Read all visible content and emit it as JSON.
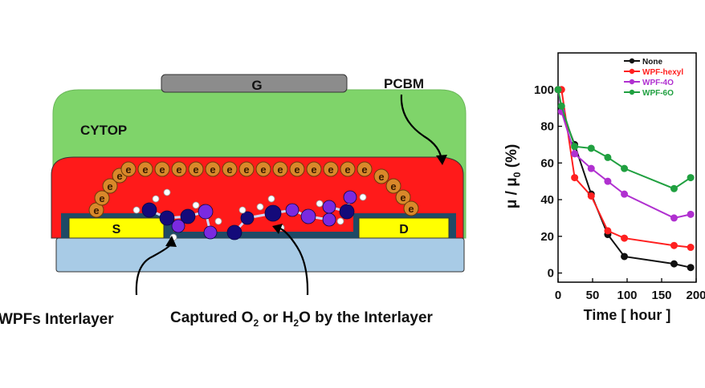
{
  "device": {
    "gate": "G",
    "cytop": "CYTOP",
    "pcbm": "PCBM",
    "source": "S",
    "drain": "D",
    "electron": "e",
    "interlayer_label": "WPFs Interlayer",
    "captured_label": {
      "prefix": "Captured O",
      "sub1": "2",
      "middle": " or H",
      "sub2": "2",
      "suffix": "O by the Interlayer"
    },
    "colors": {
      "gate": "#8c8c8c",
      "cytop": "#7fd46a",
      "pcbm": "#ff1a1a",
      "electrode": "#ffff00",
      "interlayer": "#1f4a66",
      "substrate": "#a8cbe6",
      "electron": "#d9882a",
      "atom_dark": "#140a7a",
      "atom_purple": "#7a2ae0",
      "atom_white": "#ffffff"
    }
  },
  "chart_data": {
    "type": "line",
    "ylabel": {
      "mu": "μ",
      "sep": " / ",
      "mu0": "μ",
      "sub": "0",
      "unit": " (%)"
    },
    "xlabel": "Time [ hour ]",
    "xlim": [
      0,
      200
    ],
    "ylim": [
      -5,
      120
    ],
    "xticks": [
      0,
      50,
      100,
      150,
      200
    ],
    "yticks": [
      0,
      20,
      40,
      60,
      80,
      100
    ],
    "legend_position": "top-right",
    "series": [
      {
        "name": "None",
        "color": "#111111",
        "x": [
          0,
          5,
          24,
          48,
          72,
          96,
          168,
          192
        ],
        "y": [
          100,
          89,
          70,
          43,
          21,
          9,
          5,
          3
        ]
      },
      {
        "name": "WPF-hexyl",
        "color": "#ff2020",
        "x": [
          0,
          5,
          24,
          48,
          72,
          96,
          168,
          192
        ],
        "y": [
          100,
          100,
          52,
          42,
          23,
          19,
          15,
          14
        ]
      },
      {
        "name": "WPF-4O",
        "color": "#b030d0",
        "x": [
          0,
          5,
          24,
          48,
          72,
          96,
          168,
          192
        ],
        "y": [
          100,
          88,
          65,
          57,
          50,
          43,
          30,
          32
        ]
      },
      {
        "name": "WPF-6O",
        "color": "#20a040",
        "x": [
          0,
          5,
          24,
          48,
          72,
          96,
          168,
          192
        ],
        "y": [
          100,
          91,
          69,
          68,
          63,
          57,
          46,
          52
        ]
      }
    ]
  }
}
